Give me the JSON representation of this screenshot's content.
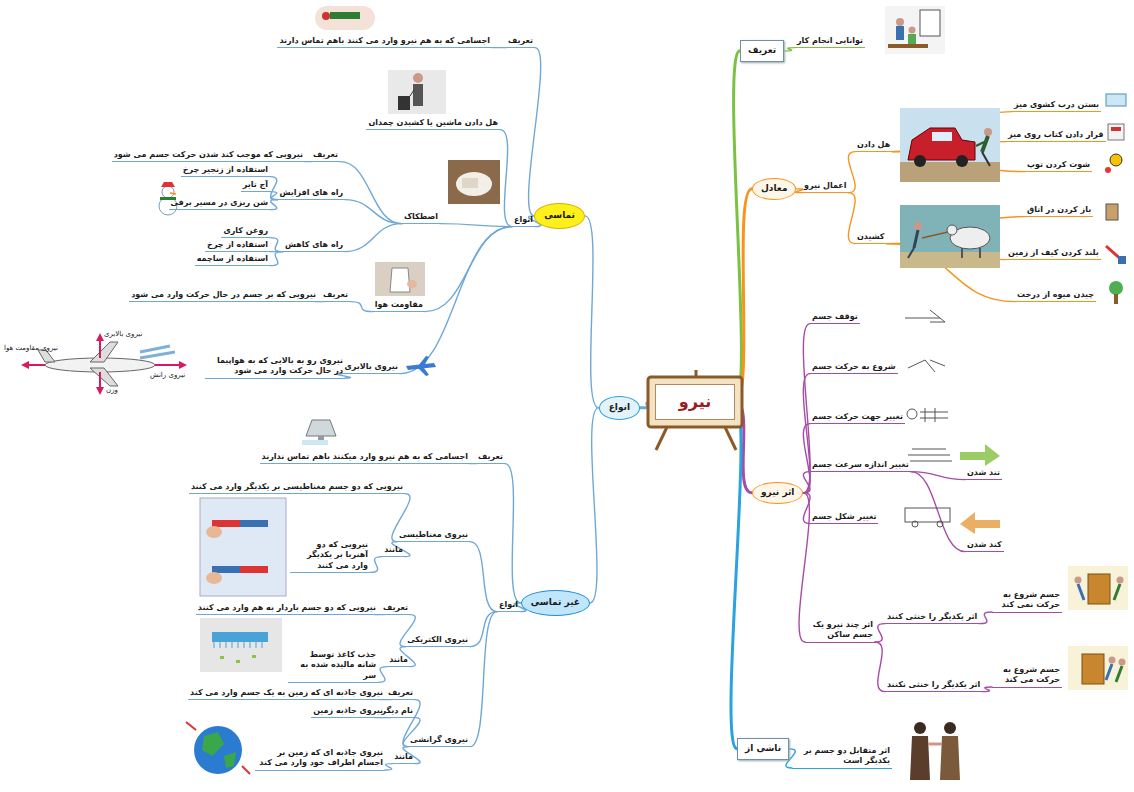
{
  "diagram": {
    "nodes": [
      {
        "text": [
          "نیرو"
        ]
      },
      {
        "text": [
          "تعریف"
        ]
      },
      {
        "text": [
          "توانایی انجام کار"
        ]
      },
      {
        "text": [
          "معادل"
        ]
      },
      {
        "text": [
          "اعمال نیرو"
        ]
      },
      {
        "text": [
          "هل دادن"
        ]
      },
      {
        "text": [
          "بستن درب کشوی میز"
        ]
      },
      {
        "text": [
          "قرار دادن کتاب روی میز"
        ]
      },
      {
        "text": [
          "شوت کردن توپ"
        ]
      },
      {
        "text": [
          "کشیدن"
        ]
      },
      {
        "text": [
          "باز کردن در اتاق"
        ]
      },
      {
        "text": [
          "بلند کردن کیف از زمین"
        ]
      },
      {
        "text": [
          "چیدن میوه از درخت"
        ]
      },
      {
        "text": [
          "اثر نیرو"
        ]
      },
      {
        "text": [
          "توقف جسم"
        ]
      },
      {
        "text": [
          "شروع به حرکت جسم"
        ]
      },
      {
        "text": [
          "تغییر جهت حرکت جسم"
        ]
      },
      {
        "text": [
          "تغییر اندازه سرعت جسم"
        ]
      },
      {
        "text": [
          "تند شدن"
        ]
      },
      {
        "text": [
          "کند شدن"
        ]
      },
      {
        "text": [
          "تغییر شکل جسم"
        ]
      },
      {
        "text": [
          "اثر چند نیرو یک جسم ساکن"
        ]
      },
      {
        "text": [
          "اثر یکدیگر را خنثی کنند"
        ]
      },
      {
        "text": [
          "جسم شروع به حرکت نمی کند"
        ]
      },
      {
        "text": [
          "اثر یکدیگر را خنثی نکنند"
        ]
      },
      {
        "text": [
          "جسم شروع به حرکت می کند"
        ]
      },
      {
        "text": [
          "ناشی از"
        ]
      },
      {
        "text": [
          "اثر متقابل دو جسم بر یکدیگر است"
        ]
      },
      {
        "text": [
          "انواع"
        ]
      },
      {
        "text": [
          "تماسی"
        ]
      },
      {
        "text": [
          "تعریف"
        ]
      },
      {
        "text": [
          "اجسامی که به هم نیرو وارد می کنند باهم تماس دارند"
        ]
      },
      {
        "text": [
          "انواع"
        ]
      },
      {
        "text": [
          "هل دادن ماشین یا کشیدن چمدان"
        ]
      },
      {
        "text": [
          "اصطکاک"
        ]
      },
      {
        "text": [
          "تعریف"
        ]
      },
      {
        "text": [
          "نیرویی که موجب کند شدن حرکت جسم می شود"
        ]
      },
      {
        "text": [
          "راه های افزایش"
        ]
      },
      {
        "text": [
          "استفاده از زنجیر چرخ"
        ]
      },
      {
        "text": [
          "آج تایر"
        ]
      },
      {
        "text": [
          "شن ریزی در مسیر برفی"
        ]
      },
      {
        "text": [
          "راه های کاهش"
        ]
      },
      {
        "text": [
          "روغن کاری"
        ]
      },
      {
        "text": [
          "استفاده از چرخ"
        ]
      },
      {
        "text": [
          "استفاده از ساچمه"
        ]
      },
      {
        "text": [
          "مقاومت هوا"
        ]
      },
      {
        "text": [
          "تعریف"
        ]
      },
      {
        "text": [
          "نیرویی که بر جسم در حال حرکت وارد می شود"
        ]
      },
      {
        "text": [
          "نیروی بالابری"
        ]
      },
      {
        "text": [
          "نیروی رو به بالایی که به هواپیما در حال حرکت وارد می شود"
        ]
      },
      {
        "text": [
          "غیر تماسی"
        ]
      },
      {
        "text": [
          "تعریف"
        ]
      },
      {
        "text": [
          "اجسامی که به هم نیرو وارد میکنند باهم تماس ندارند"
        ]
      },
      {
        "text": [
          "انواع"
        ]
      },
      {
        "text": [
          "نیروی مغناطیسی"
        ]
      },
      {
        "text": [
          "نیرویی که دو جسم مغناطیسی بر یکدیگر وارد می کنند"
        ]
      },
      {
        "text": [
          "مانند"
        ]
      },
      {
        "text": [
          "نیرویی که دو آهنربا بر یکدیگر وارد می کنند"
        ]
      },
      {
        "text": [
          "نیروی الکتریکی"
        ]
      },
      {
        "text": [
          "تعریف"
        ]
      },
      {
        "text": [
          "نیرویی که دو جسم باردار به هم وارد می کنند"
        ]
      },
      {
        "text": [
          "مانند"
        ]
      },
      {
        "text": [
          "جذب کاغذ توسط شانه مالیده شده به سر"
        ]
      },
      {
        "text": [
          "نیروی گرانشی"
        ]
      },
      {
        "text": [
          "تعریف"
        ]
      },
      {
        "text": [
          "نیروی جاذبه ای که زمین به یک جسم وارد می کند"
        ]
      },
      {
        "text": [
          "نام دیگر"
        ]
      },
      {
        "text": [
          "نیروی جاذبه زمین"
        ]
      },
      {
        "text": [
          "مانند"
        ]
      },
      {
        "text": [
          "نیروی جاذبه ای که زمین بر اجسام اطراف خود وارد می کند"
        ]
      }
    ],
    "edges": [
      {
        "from": 0,
        "to": 1,
        "arrow": "none"
      },
      {
        "from": 1,
        "to": 2,
        "arrow": "none"
      },
      {
        "from": 0,
        "to": 3,
        "arrow": "none"
      },
      {
        "from": 3,
        "to": 4,
        "arrow": "none"
      },
      {
        "from": 4,
        "to": 5,
        "arrow": "none"
      },
      {
        "from": 5,
        "to": 6,
        "arrow": "none"
      },
      {
        "from": 5,
        "to": 7,
        "arrow": "none"
      },
      {
        "from": 5,
        "to": 8,
        "arrow": "none"
      },
      {
        "from": 4,
        "to": 9,
        "arrow": "none"
      },
      {
        "from": 9,
        "to": 10,
        "arrow": "none"
      },
      {
        "from": 9,
        "to": 11,
        "arrow": "none"
      },
      {
        "from": 9,
        "to": 12,
        "arrow": "none"
      },
      {
        "from": 0,
        "to": 13,
        "arrow": "none"
      },
      {
        "from": 13,
        "to": 14,
        "arrow": "none"
      },
      {
        "from": 13,
        "to": 15,
        "arrow": "none"
      },
      {
        "from": 13,
        "to": 16,
        "arrow": "none"
      },
      {
        "from": 13,
        "to": 17,
        "arrow": "none"
      },
      {
        "from": 17,
        "to": 18,
        "arrow": "none"
      },
      {
        "from": 17,
        "to": 19,
        "arrow": "none"
      },
      {
        "from": 13,
        "to": 20,
        "arrow": "none"
      },
      {
        "from": 13,
        "to": 21,
        "arrow": "none"
      },
      {
        "from": 21,
        "to": 22,
        "arrow": "none"
      },
      {
        "from": 22,
        "to": 23,
        "arrow": "none"
      },
      {
        "from": 21,
        "to": 24,
        "arrow": "none"
      },
      {
        "from": 24,
        "to": 25,
        "arrow": "none"
      },
      {
        "from": 0,
        "to": 26,
        "arrow": "none"
      },
      {
        "from": 26,
        "to": 27,
        "arrow": "none"
      },
      {
        "from": 0,
        "to": 28,
        "arrow": "none"
      },
      {
        "from": 28,
        "to": 29,
        "arrow": "none"
      },
      {
        "from": 29,
        "to": 30,
        "arrow": "none"
      },
      {
        "from": 30,
        "to": 31,
        "arrow": "none"
      },
      {
        "from": 29,
        "to": 32,
        "arrow": "none"
      },
      {
        "from": 32,
        "to": 33,
        "arrow": "none"
      },
      {
        "from": 32,
        "to": 34,
        "arrow": "none"
      },
      {
        "from": 34,
        "to": 35,
        "arrow": "none"
      },
      {
        "from": 35,
        "to": 36,
        "arrow": "none"
      },
      {
        "from": 34,
        "to": 37,
        "arrow": "none"
      },
      {
        "from": 37,
        "to": 38,
        "arrow": "none"
      },
      {
        "from": 37,
        "to": 39,
        "arrow": "none"
      },
      {
        "from": 37,
        "to": 40,
        "arrow": "none"
      },
      {
        "from": 34,
        "to": 41,
        "arrow": "none"
      },
      {
        "from": 41,
        "to": 42,
        "arrow": "none"
      },
      {
        "from": 41,
        "to": 43,
        "arrow": "none"
      },
      {
        "from": 41,
        "to": 44,
        "arrow": "none"
      },
      {
        "from": 32,
        "to": 45,
        "arrow": "none"
      },
      {
        "from": 45,
        "to": 46,
        "arrow": "none"
      },
      {
        "from": 46,
        "to": 47,
        "arrow": "none"
      },
      {
        "from": 32,
        "to": 48,
        "arrow": "none"
      },
      {
        "from": 48,
        "to": 49,
        "arrow": "none"
      },
      {
        "from": 28,
        "to": 50,
        "arrow": "none"
      },
      {
        "from": 50,
        "to": 51,
        "arrow": "none"
      },
      {
        "from": 51,
        "to": 52,
        "arrow": "none"
      },
      {
        "from": 50,
        "to": 53,
        "arrow": "none"
      },
      {
        "from": 53,
        "to": 54,
        "arrow": "none"
      },
      {
        "from": 54,
        "to": 55,
        "arrow": "none"
      },
      {
        "from": 54,
        "to": 56,
        "arrow": "none"
      },
      {
        "from": 56,
        "to": 57,
        "arrow": "none"
      },
      {
        "from": 53,
        "to": 58,
        "arrow": "none"
      },
      {
        "from": 58,
        "to": 59,
        "arrow": "none"
      },
      {
        "from": 59,
        "to": 60,
        "arrow": "none"
      },
      {
        "from": 58,
        "to": 61,
        "arrow": "none"
      },
      {
        "from": 61,
        "to": 62,
        "arrow": "none"
      },
      {
        "from": 53,
        "to": 63,
        "arrow": "none"
      },
      {
        "from": 63,
        "to": 64,
        "arrow": "none"
      },
      {
        "from": 64,
        "to": 65,
        "arrow": "none"
      },
      {
        "from": 63,
        "to": 66,
        "arrow": "none"
      },
      {
        "from": 66,
        "to": 67,
        "arrow": "none"
      },
      {
        "from": 63,
        "to": 68,
        "arrow": "none"
      },
      {
        "from": 68,
        "to": 69,
        "arrow": "none"
      }
    ],
    "labels": [
      "نیروی بالابری",
      "نیروی مقاومت هوا",
      "وزن",
      "نیروی رانش"
    ]
  }
}
